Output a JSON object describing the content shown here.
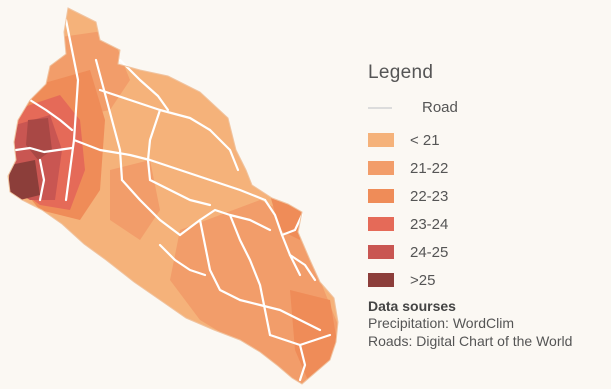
{
  "legend": {
    "title": "Legend",
    "road_label": "Road",
    "road_color": "#dcdcdc",
    "classes": [
      {
        "label": "< 21",
        "color": "#f5b27a"
      },
      {
        "label": "21-22",
        "color": "#f29d6a"
      },
      {
        "label": "22-23",
        "color": "#ef8c58"
      },
      {
        "label": "23-24",
        "color": "#e56a58"
      },
      {
        "label": "24-25",
        "color": "#c95652"
      },
      {
        "label": ">25",
        "color": "#8c3e3a"
      }
    ]
  },
  "sources": {
    "title": "Data sourses",
    "lines": [
      "Precipitation: WordClim",
      "Roads: Digital Chart of the World"
    ]
  }
}
